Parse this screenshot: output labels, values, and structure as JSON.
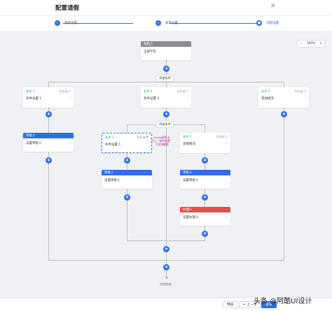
{
  "header": {
    "title": "配置请假",
    "close_icon": "close-icon"
  },
  "steps": [
    {
      "label": "基础设置",
      "status": "done"
    },
    {
      "label": "表单设置",
      "status": "done"
    },
    {
      "label": "流程设置",
      "status": "active"
    }
  ],
  "zoom": {
    "minus": "−",
    "value": "100%",
    "plus": "+"
  },
  "initiator": {
    "header": "发起人",
    "body": "全部学生"
  },
  "add_condition_label": "添加条件",
  "conditions_top": [
    {
      "title": "条件 1",
      "priority": "优先级 1",
      "body": "条件设置 1"
    },
    {
      "title": "条件 2",
      "priority": "优先级 2",
      "body": "条件设置 2"
    },
    {
      "title": "条件 3",
      "priority": "优先级 3",
      "body": "其他情况"
    }
  ],
  "conditions_inner": [
    {
      "title": "条件 1",
      "priority": "优先级 1",
      "body": "条件设置 1"
    },
    {
      "title": "条件 2",
      "priority": "优先级 2",
      "body": "其他情况"
    }
  ],
  "annotation": "hover条件卡\n片，\"条件设置\"\n只支持删除",
  "approver": {
    "header": "审批人",
    "body": "设置审批人"
  },
  "handler": {
    "header": "办理人",
    "body": "设置办理人"
  },
  "end_label": "流程结束",
  "footer": {
    "preview": "预览",
    "prev": "← 上一步",
    "publish": "发布"
  },
  "watermark": "头条 @阿酷UI设计",
  "colors": {
    "primary": "#2f6ee7",
    "initiator": "#8a8d92",
    "handler": "#e0534a",
    "condition": "#19b36b"
  }
}
